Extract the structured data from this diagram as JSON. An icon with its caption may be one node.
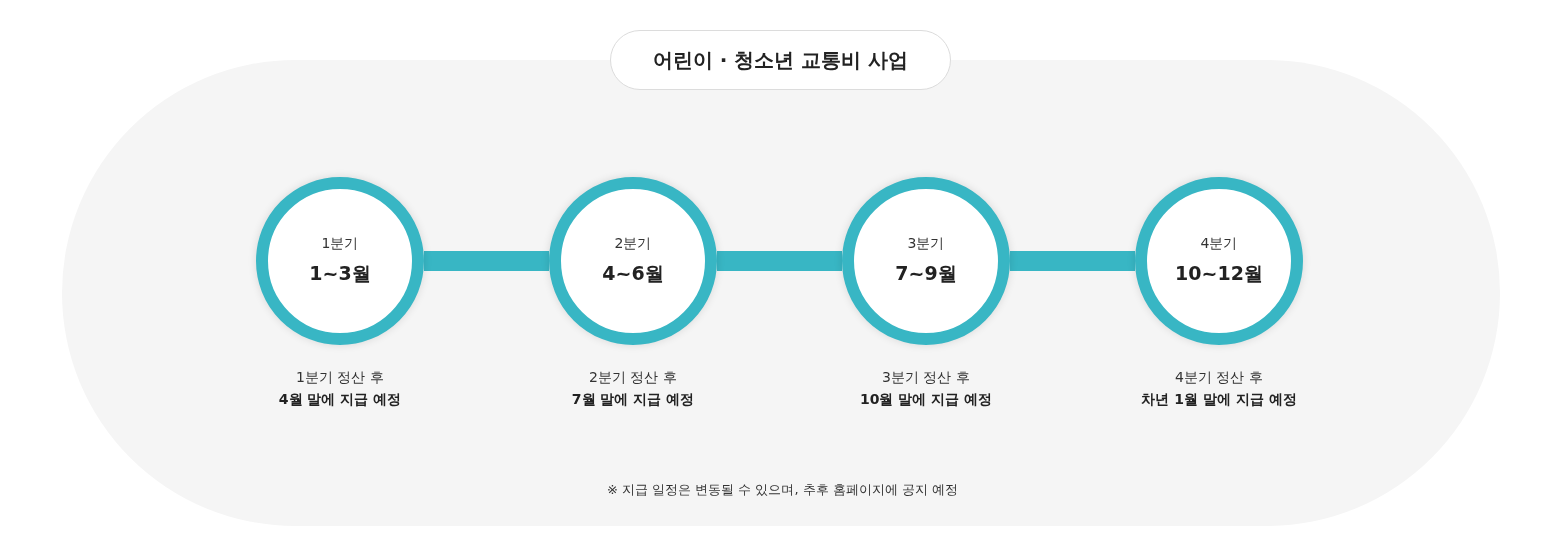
{
  "diagram": {
    "title": "어린이 · 청소년 교통비 사업",
    "nodes": [
      {
        "text": [
          "1분기",
          "1~3월"
        ],
        "beside": [
          "1분기 정산 후",
          "4월 말에 지급 예정"
        ]
      },
      {
        "text": [
          "2분기",
          "4~6월"
        ],
        "beside": [
          "2분기 정산 후",
          "7월 말에 지급 예정"
        ]
      },
      {
        "text": [
          "3분기",
          "7~9월"
        ],
        "beside": [
          "3분기 정산 후",
          "10월 말에 지급 예정"
        ]
      },
      {
        "text": [
          "4분기",
          "10~12월"
        ],
        "beside": [
          "4분기 정산 후",
          "차년 1월 말에 지급 예정"
        ]
      }
    ],
    "edges": [
      {
        "from": 0,
        "to": 1,
        "arrow": "none"
      },
      {
        "from": 1,
        "to": 2,
        "arrow": "none"
      },
      {
        "from": 2,
        "to": 3,
        "arrow": "none"
      }
    ],
    "caption": "※ 지급 일정은 변동될 수 있으며, 추후 홈페이지에 공지 예정"
  }
}
